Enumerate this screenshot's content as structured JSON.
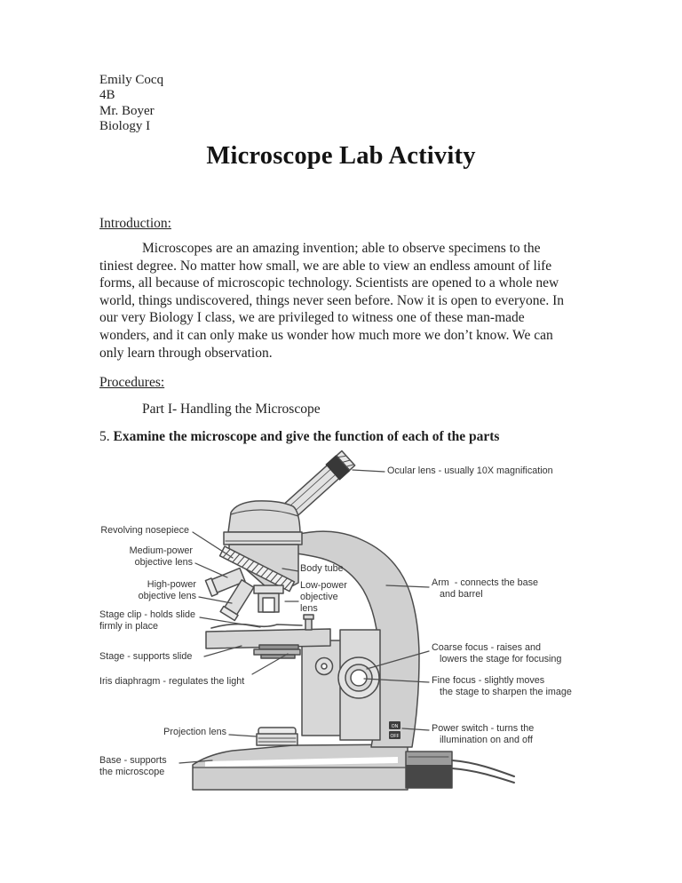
{
  "document": {
    "header_lines": [
      "Emily Cocq",
      "4B",
      "Mr. Boyer",
      "Biology I"
    ],
    "title": "Microscope Lab Activity",
    "intro_heading": "Introduction:",
    "intro_lines": [
      "Microscopes are an amazing invention; able to observe specimens to the",
      "tiniest degree. No matter how small, we are able to view an endless amount of life",
      "forms, all because of microscopic technology. Scientists are opened to a whole new",
      "world, things undiscovered, things never seen before. Now it is open to everyone. In",
      "our very Biology I class, we are privileged to witness one of these man-made",
      "wonders, and it can only make us wonder how much more we don’t know. We can",
      "only learn through observation."
    ],
    "procedures_heading": "Procedures:",
    "part_line": "Part I- Handling the Microscope",
    "item_number": "5. ",
    "item_text": "Examine the microscope and give the function of each of the parts"
  },
  "diagram": {
    "labels": {
      "ocular": "Ocular lens - usually 10X magnification",
      "revolving_nosepiece": "Revolving nosepiece",
      "medium_power": "Medium-power\nobjective lens",
      "body_tube": "Body tube",
      "high_power": "High-power\nobjective lens",
      "low_power": "Low-power\nobjective\nlens",
      "arm": "Arm  - connects the base\n   and barrel",
      "stage_clip": "Stage clip - holds slide\nfirmly in place",
      "stage": "Stage - supports slide",
      "coarse_focus": "Coarse focus - raises and\n   lowers the stage for focusing",
      "iris_diaphragm": "Iris diaphragm - regulates the light",
      "fine_focus": "Fine focus - slightly moves\n   the stage to sharpen the image",
      "projection_lens": "Projection lens",
      "power_switch": "Power switch - turns the\n   illumination on and off",
      "base": "Base - supports\nthe microscope"
    },
    "power_switch_on": "ON",
    "power_switch_off": "OFF"
  }
}
